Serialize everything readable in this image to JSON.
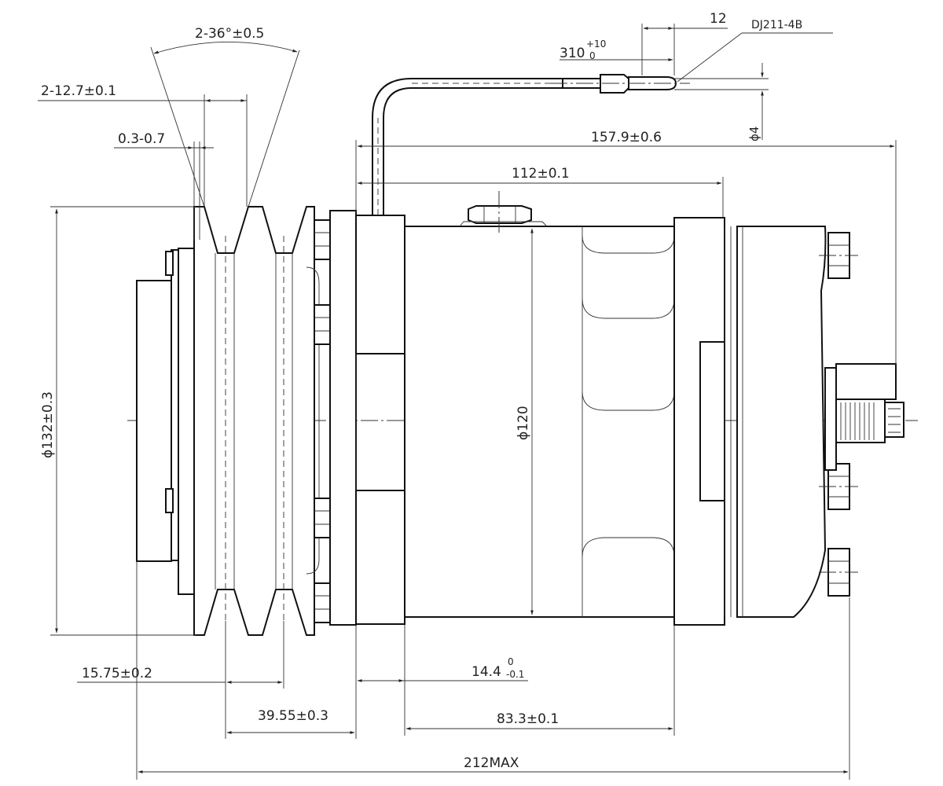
{
  "dimensions": {
    "groove_angle": "2-36°±0.5",
    "groove_pitch": "2-12.7±0.1",
    "groove_gap": "0.3-0.7",
    "pulley_diameter": "ϕ132±0.3",
    "body_diameter": "ϕ120",
    "wire_length_base": "310",
    "wire_length_tol_plus": "+10",
    "wire_length_tol_minus": "0",
    "terminal_length": "12",
    "connector_model": "DJ211-4B",
    "connector_diameter": "ϕ4",
    "overall_length_rear": "157.9±0.6",
    "body_length": "112±0.1",
    "pulley_offset": "15.75±0.2",
    "flange_width_base": "14.4",
    "flange_width_tol_plus": "0",
    "flange_width_tol_minus": "-0.1",
    "pulley_to_flange": "39.55±0.3",
    "flange_to_rear": "83.3±0.1",
    "overall_length": "212MAX"
  }
}
